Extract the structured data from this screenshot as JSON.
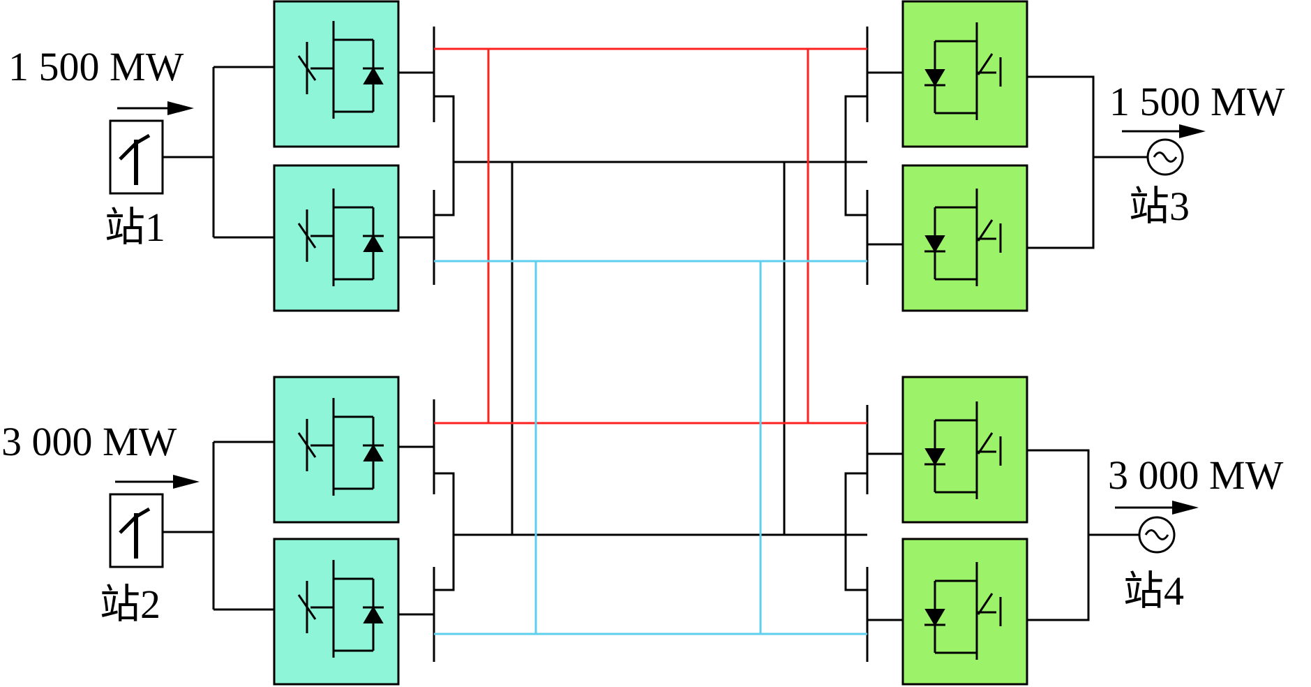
{
  "colors": {
    "converter_left_fill": "#8ff5d8",
    "converter_right_fill": "#9cf36a",
    "bus_red": "#ff2020",
    "bus_blue": "#5fcfee",
    "bus_black": "#000000"
  },
  "stations": [
    {
      "id": "station1",
      "label": "站1",
      "power": "1 500 MW",
      "source": "wind-turbine"
    },
    {
      "id": "station2",
      "label": "站2",
      "power": "3 000 MW",
      "source": "wind-turbine"
    },
    {
      "id": "station3",
      "label": "站3",
      "power": "1 500 MW",
      "source": "ac-generator"
    },
    {
      "id": "station4",
      "label": "站4",
      "power": "3 000 MW",
      "source": "ac-generator"
    }
  ],
  "icons": {
    "wind": "wind-turbine-icon",
    "ac": "ac-source-icon",
    "converter_rectifier": "igbt-diode-icon",
    "converter_inverter": "diode-igbt-icon"
  }
}
